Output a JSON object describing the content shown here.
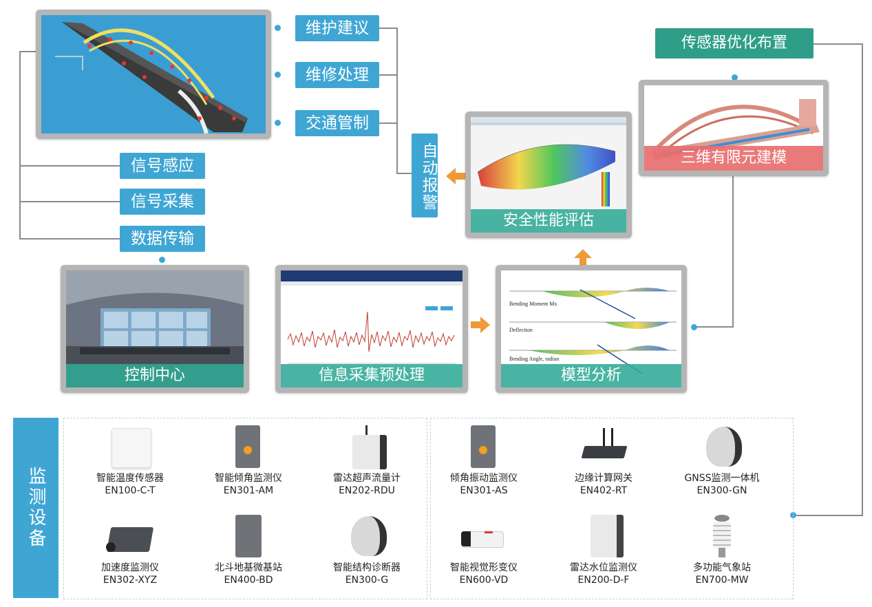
{
  "flow": {
    "actions": [
      "维护建议",
      "维修处理",
      "交通管制"
    ],
    "signals": [
      "信号感应",
      "信号采集",
      "数据传输"
    ],
    "auto_alarm": "自动报警",
    "sensor_opt": "传感器优化布置",
    "fem": "三维有限元建模",
    "safety": "安全性能评估",
    "control": "控制中心",
    "preprocess": "信息采集预处理",
    "model": "模型分析"
  },
  "model_labels": [
    "Bending Moment Mx",
    "Deflection",
    "Bending Angle, radian"
  ],
  "devices_title": "监测设备",
  "devices": [
    {
      "name": "智能温度传感器",
      "model": "EN100-C-T",
      "icon": "thermo-sensor-icon"
    },
    {
      "name": "智能倾角监测仪",
      "model": "EN301-AM",
      "icon": "tilt-meter-icon"
    },
    {
      "name": "雷达超声流量计",
      "model": "EN202-RDU",
      "icon": "radar-flowmeter-icon"
    },
    {
      "name": "倾角振动监测仪",
      "model": "EN301-AS",
      "icon": "tilt-vibration-icon"
    },
    {
      "name": "边缘计算网关",
      "model": "EN402-RT",
      "icon": "edge-gateway-icon"
    },
    {
      "name": "GNSS监测一体机",
      "model": "EN300-GN",
      "icon": "gnss-unit-icon"
    },
    {
      "name": "加速度监测仪",
      "model": "EN302-XYZ",
      "icon": "accelerometer-icon"
    },
    {
      "name": "北斗地基微基站",
      "model": "EN400-BD",
      "icon": "beidou-station-icon"
    },
    {
      "name": "智能结构诊断器",
      "model": "EN300-G",
      "icon": "structure-diagnoser-icon"
    },
    {
      "name": "智能视觉形变仪",
      "model": "EN600-VD",
      "icon": "vision-camera-icon"
    },
    {
      "name": "雷达水位监测仪",
      "model": "EN200-D-F",
      "icon": "radar-waterlevel-icon"
    },
    {
      "name": "多功能气象站",
      "model": "EN700-MW",
      "icon": "weather-station-icon"
    }
  ],
  "colors": {
    "blue": "#3fa6d4",
    "teal": "#2f9e88",
    "orange": "#ef9a3a",
    "red": "#e86e6e"
  }
}
